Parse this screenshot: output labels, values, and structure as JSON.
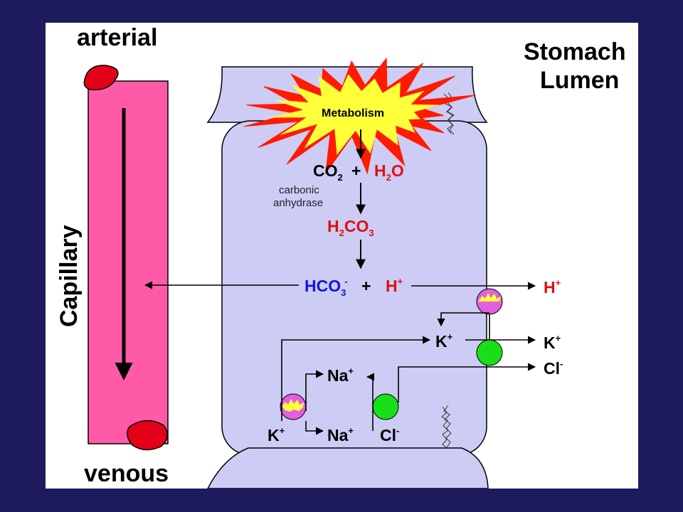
{
  "labels": {
    "arterial": "arterial",
    "venous": "venous",
    "capillary": "Capillary",
    "stomach_lumen_line1": "Stomach",
    "stomach_lumen_line2": "Lumen",
    "metabolism": "Metabolism",
    "carbonic_line1": "carbonic",
    "carbonic_line2": "anhydrase"
  },
  "chem": {
    "co2": "CO",
    "co2_sub": "2",
    "plus": "+",
    "h2o_h": "H",
    "h2o_sub": "2",
    "h2o_o": "O",
    "h2co3_h": "H",
    "h2co3_sub1": "2",
    "h2co3_co": "CO",
    "h2co3_sub2": "3",
    "hco3": "HCO",
    "hco3_sub": "3",
    "hco3_sup": "-",
    "h": "H",
    "h_sup": "+",
    "k": "K",
    "k_sup": "+",
    "na": "Na",
    "na_sup": "+",
    "cl": "Cl",
    "cl_sup": "-"
  },
  "colors": {
    "background": "#1d1b5e",
    "cell": "#ccccf4",
    "vessel": "#ff5aa8",
    "vessel_end": "#e40018",
    "starburst_outer": "#ff1a00",
    "starburst_inner": "#ffff3a",
    "atpase_pump": "#e060e0",
    "channel": "#18e018",
    "acid_red": "#e01010",
    "bicarbonate_blue": "#1414d8"
  }
}
